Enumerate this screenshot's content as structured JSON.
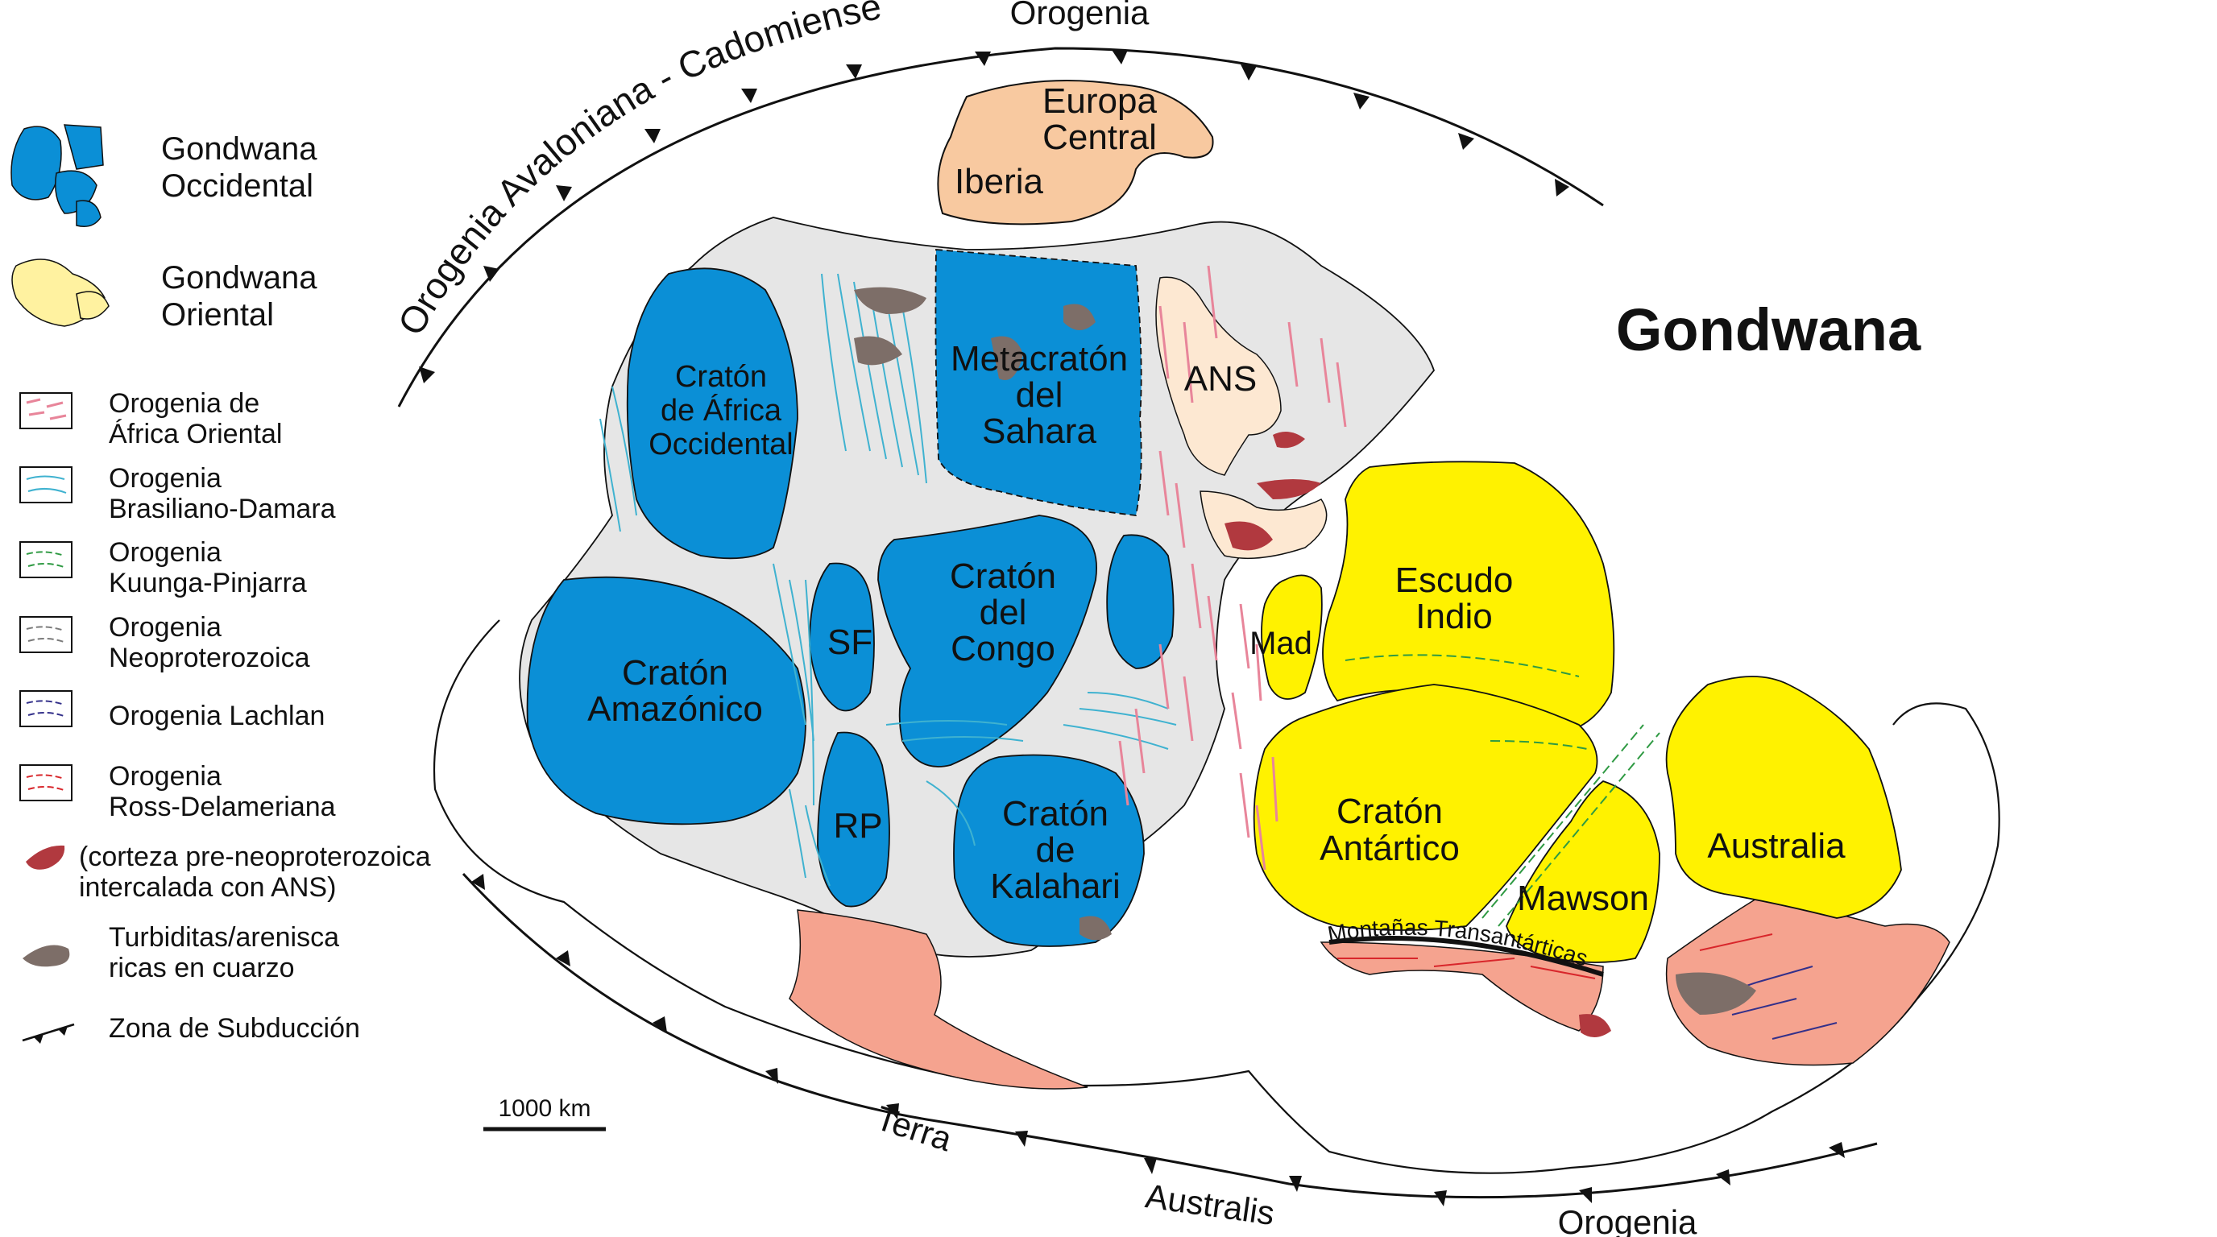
{
  "title": "Gondwana",
  "colors": {
    "west_gondwana": "#0b8fd6",
    "east_gondwana": "#fff200",
    "europe_iberia": "#f8c9a0",
    "ans": "#fde8d2",
    "neoproterozoic_belt": "#e6e6e6",
    "east_africa_orogen": "#e8859a",
    "brasiliano_damara": "#3fb2d0",
    "kuunga_pinjarra": "#2f9a43",
    "neoproterozoica": "#7a7a7a",
    "lachlan": "#33308a",
    "ross_delamerian": "#d8262b",
    "ross_area_fill": "#f5a38f",
    "pre_neoproterozoic_crust": "#b1393f",
    "turbidites": "#7d6e68"
  },
  "legend": {
    "west": "Gondwana Occidental",
    "east": "Gondwana Oriental",
    "items": [
      {
        "line1": "Orogenia de",
        "line2": "África Oriental",
        "icon": "east-africa-orogen-swatch"
      },
      {
        "line1": "Orogenia",
        "line2": "Brasiliano-Damara",
        "icon": "brasiliano-damara-swatch"
      },
      {
        "line1": "Orogenia",
        "line2": "Kuunga-Pinjarra",
        "icon": "kuunga-pinjarra-swatch"
      },
      {
        "line1": "Orogenia",
        "line2": "Neoproterozoica",
        "icon": "neoproterozoica-swatch"
      },
      {
        "line1": "Orogenia Lachlan",
        "line2": "",
        "icon": "lachlan-swatch"
      },
      {
        "line1": "Orogenia",
        "line2": "Ross-Delameriana",
        "icon": "ross-delamerian-swatch"
      }
    ],
    "crust": {
      "line1": "(corteza pre-neoproterozoica",
      "line2": "intercalada con ANS)"
    },
    "turbidites": {
      "line1": "Turbiditas/arenisca",
      "line2": "ricas en cuarzo"
    },
    "subduction": "Zona de Subducción"
  },
  "scale_bar": "1000 km",
  "orogens": {
    "avalonian": "Orogenia Avaloniana - Cadomiense",
    "top": "Orogenia",
    "terra": "Terra",
    "australis": "Australis",
    "bottom": "Orogenia"
  },
  "regions": {
    "europa": [
      "Europa",
      "Central"
    ],
    "iberia": "Iberia",
    "africa_occ": [
      "Cratón",
      "de África",
      "Occidental"
    ],
    "sahara": [
      "Metacratón",
      "del",
      "Sahara"
    ],
    "ans": "ANS",
    "amazonico": [
      "Cratón",
      "Amazónico"
    ],
    "sf": "SF",
    "congo": [
      "Cratón",
      "del",
      "Congo"
    ],
    "rp": "RP",
    "kalahari": [
      "Cratón",
      "de",
      "Kalahari"
    ],
    "mad": "Mad",
    "indio": [
      "Escudo",
      "Indio"
    ],
    "antartico": [
      "Cratón",
      "Antártico"
    ],
    "mawson": "Mawson",
    "australia": "Australia",
    "transantarticas": "Montañas Transantárticas"
  }
}
